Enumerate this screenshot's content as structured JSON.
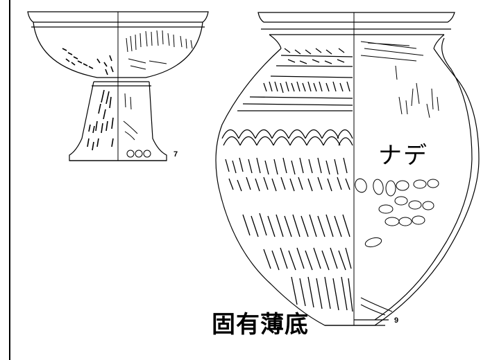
{
  "figure": {
    "vessel_left_number": "7",
    "vessel_right_number": "9",
    "annotation_interior": "ナデ",
    "annotation_base": "固有薄底"
  },
  "colors": {
    "ink": "#000000",
    "paper": "#ffffff"
  }
}
